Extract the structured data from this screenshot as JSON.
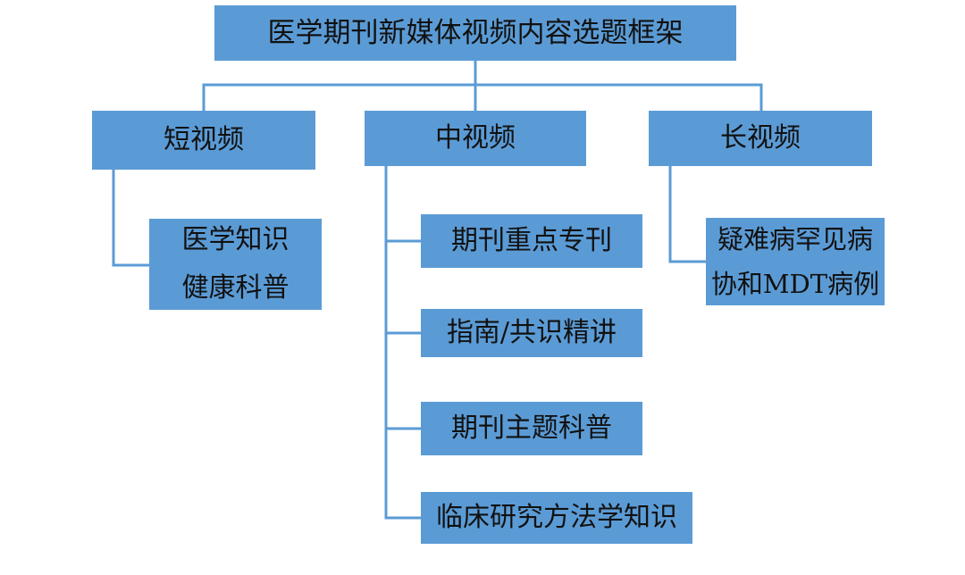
{
  "diagram": {
    "root": {
      "label": "医学期刊新媒体视频内容选题框架"
    },
    "categories": [
      {
        "label": "短视频",
        "items": [
          {
            "lines": [
              "医学知识",
              "健康科普"
            ]
          }
        ]
      },
      {
        "label": "中视频",
        "items": [
          {
            "lines": [
              "期刊重点专刊"
            ]
          },
          {
            "lines": [
              "指南/共识精讲"
            ]
          },
          {
            "lines": [
              "期刊主题科普"
            ]
          },
          {
            "lines": [
              "临床研究方法学知识"
            ]
          }
        ]
      },
      {
        "label": "长视频",
        "items": [
          {
            "lines": [
              "疑难病罕见病",
              "协和MDT病例"
            ]
          }
        ]
      }
    ],
    "colors": {
      "box_fill": "#5b9bd5",
      "connector": "#5b9bd5",
      "text": "#111111"
    }
  }
}
